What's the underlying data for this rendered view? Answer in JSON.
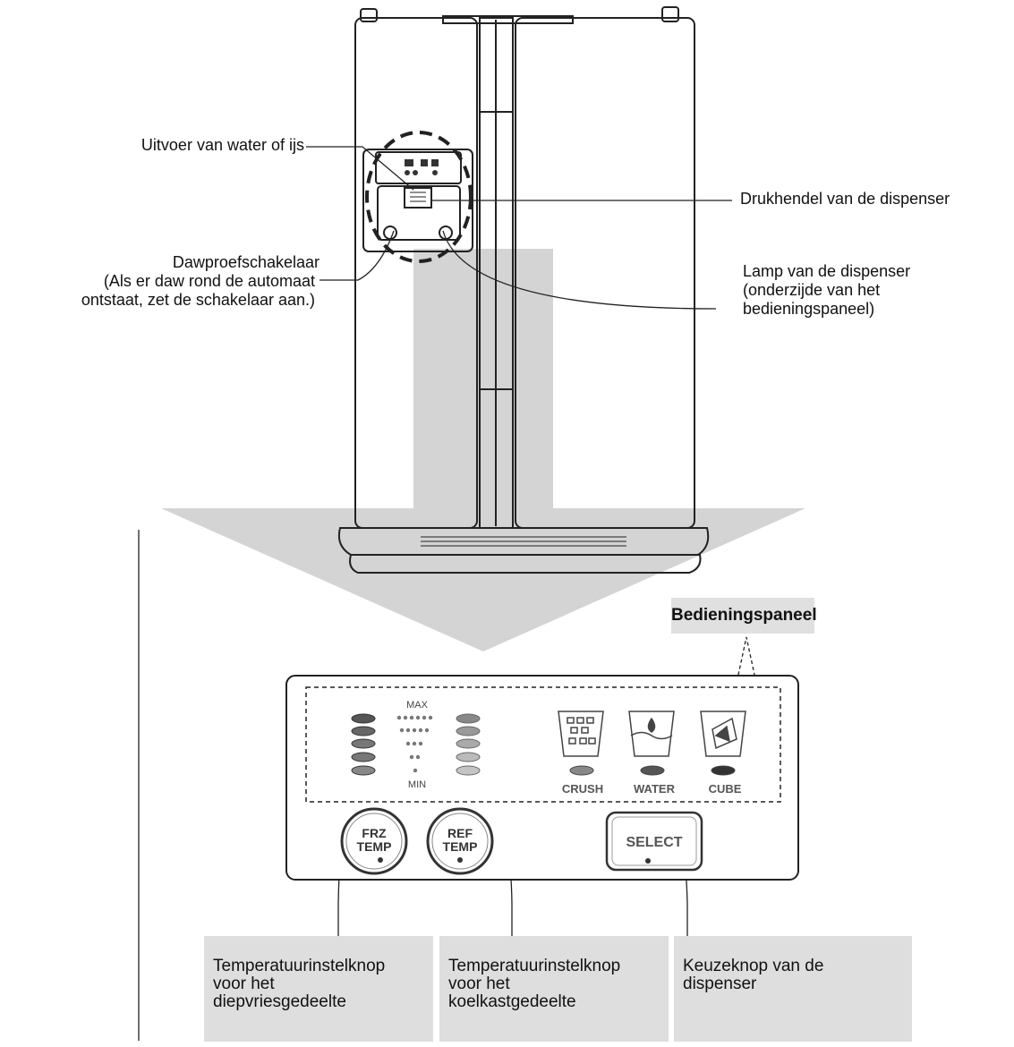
{
  "labels": {
    "water_ice_outlet": "Uitvoer van water of ijs",
    "dispenser_lever": "Drukhendel van de dispenser",
    "dew_switch_title": "Dawproefschakelaar",
    "dew_switch_note": "(Als er daw rond de automaat\nontstaat, zet de schakelaar aan.)",
    "dispenser_lamp": "Lamp van de dispenser\n(onderzijde van het\nbedieningspaneel)"
  },
  "panel": {
    "title": "Bedieningspaneel",
    "max": "MAX",
    "min": "MIN",
    "modes": [
      "CRUSH",
      "WATER",
      "CUBE"
    ],
    "buttons": {
      "frz_line1": "FRZ",
      "frz_line2": "TEMP",
      "ref_line1": "REF",
      "ref_line2": "TEMP",
      "select": "SELECT"
    }
  },
  "descriptions": [
    "Temperatuurinstelknop\nvoor het\ndiepvriesgedeelte",
    "Temperatuurinstelknop\nvoor het\nkoelkastgedeelte",
    "Keuzeknop van de\ndispenser"
  ],
  "colors": {
    "arrow": "#d4d4d4",
    "box": "#dedede",
    "indicator_dark": "#555555",
    "indicator_light": "#b0b0b0"
  }
}
